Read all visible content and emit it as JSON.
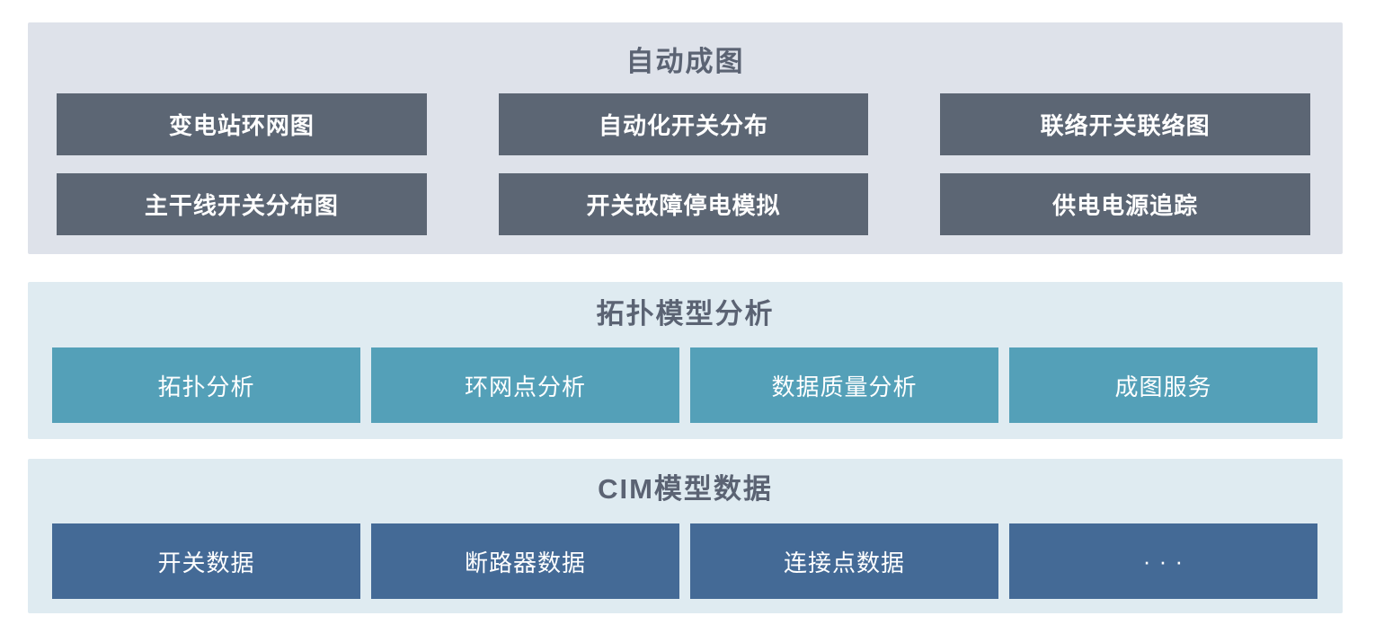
{
  "colors": {
    "page_background": "#ffffff",
    "top_section_background": "#dee2ea",
    "top_button_background": "#5c6674",
    "light_section_background": "#dfebf1",
    "teal_button_background": "#54a0b8",
    "blue_button_background": "#446a96",
    "section_title_text": "#5b6373",
    "button_text": "#ffffff"
  },
  "sections": [
    {
      "title": "自动成图",
      "buttons": [
        "变电站环网图",
        "自动化开关分布",
        "联络开关联络图",
        "主干线开关分布图",
        "开关故障停电模拟",
        "供电电源追踪"
      ]
    },
    {
      "title": "拓扑模型分析",
      "buttons": [
        "拓扑分析",
        "环网点分析",
        "数据质量分析",
        "成图服务"
      ]
    },
    {
      "title": "CIM模型数据",
      "buttons": [
        "开关数据",
        "断路器数据",
        "连接点数据",
        "· · ·"
      ]
    }
  ]
}
